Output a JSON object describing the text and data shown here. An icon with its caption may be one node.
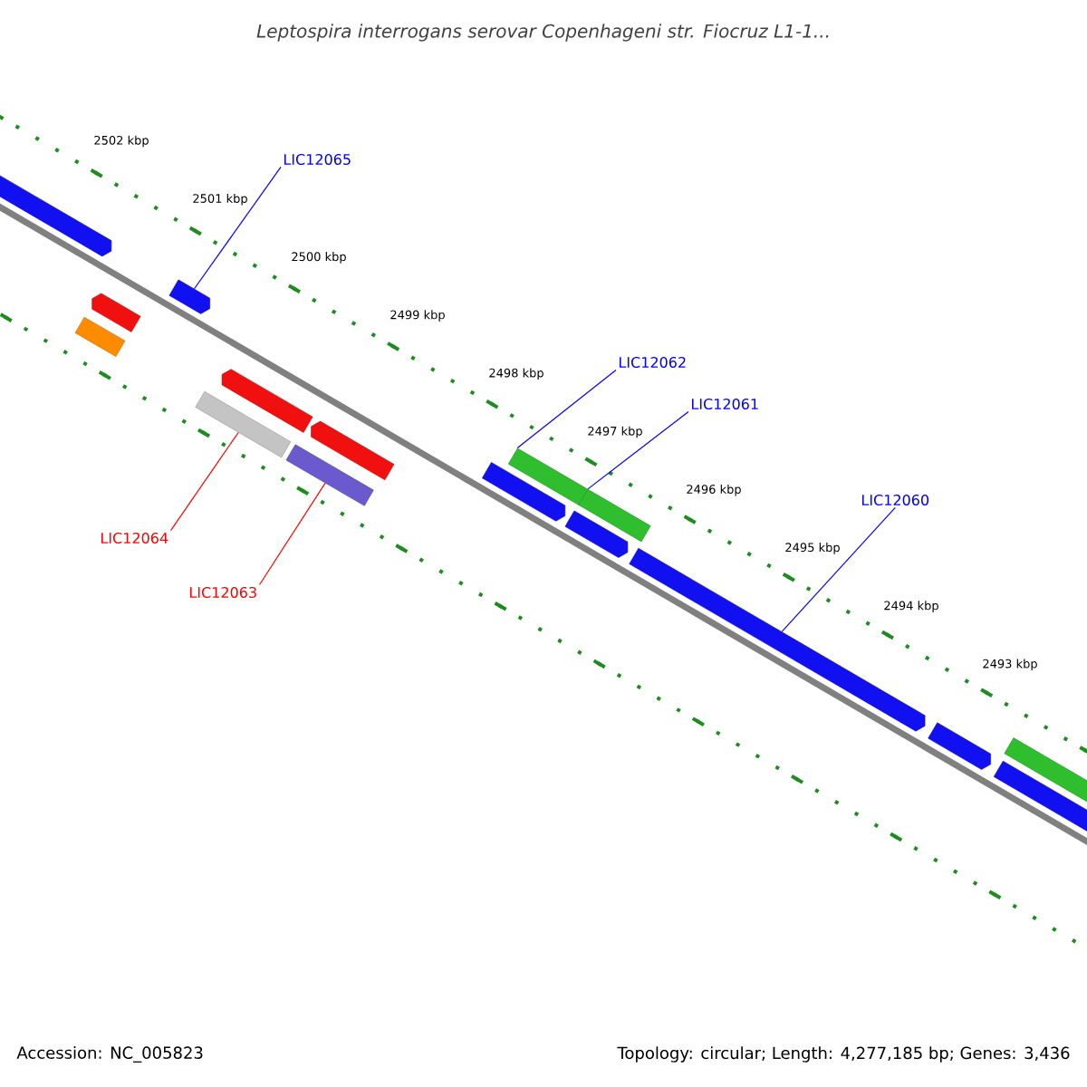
{
  "diagram": {
    "title": "Leptospira interrogans serovar Copenhageni str. Fiocruz L1-1...",
    "nodes": [
      {
        "text": [
          "LIC12065"
        ]
      },
      {
        "text": [
          "LIC12062"
        ]
      },
      {
        "text": [
          "LIC12061"
        ]
      },
      {
        "text": [
          "LIC12060"
        ]
      },
      {
        "text": [
          "LIC12064"
        ]
      },
      {
        "text": [
          "LIC12063"
        ]
      },
      {
        "text": [],
        "shape": "bar"
      },
      {
        "text": [],
        "shape": "bar"
      },
      {
        "text": [],
        "shape": "bar"
      },
      {
        "text": [],
        "shape": "bar"
      },
      {
        "text": [],
        "shape": "bar"
      },
      {
        "text": [],
        "shape": "bar"
      },
      {
        "text": [],
        "shape": "bar"
      },
      {
        "text": [],
        "shape": "bar"
      },
      {
        "text": [],
        "shape": "bar"
      },
      {
        "text": [],
        "shape": "bar"
      },
      {
        "text": [],
        "shape": "bar"
      },
      {
        "text": [],
        "shape": "bar"
      },
      {
        "text": [],
        "shape": "bar"
      },
      {
        "text": [],
        "shape": "bar"
      },
      {
        "text": [],
        "shape": "bar"
      },
      {
        "text": [],
        "shape": "bar"
      }
    ],
    "edges": [
      {
        "from": 0,
        "to": 9,
        "arrow": "none"
      },
      {
        "from": 1,
        "to": 15,
        "arrow": "none"
      },
      {
        "from": 2,
        "to": 17,
        "arrow": "none"
      },
      {
        "from": 3,
        "to": 18,
        "arrow": "none"
      },
      {
        "from": 4,
        "to": 10,
        "arrow": "none",
        "color": "#ff0000"
      },
      {
        "from": 5,
        "to": 12,
        "arrow": "none",
        "color": "#ff0000"
      }
    ],
    "labels": [
      "2502 kbp",
      "2501 kbp",
      "2500 kbp",
      "2499 kbp",
      "2498 kbp",
      "2497 kbp",
      "2496 kbp",
      "2495 kbp",
      "2494 kbp",
      "2493 kbp",
      "Accession: NC_005823",
      "Topology: circular; Length: 4,277,185 bp; Genes: 3,436"
    ]
  }
}
